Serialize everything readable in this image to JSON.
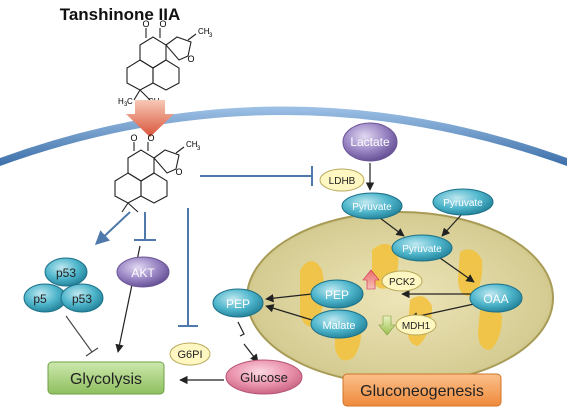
{
  "title": "Tanshinone IIA",
  "nodes": {
    "lactate": "Lactate",
    "ldhb": "LDHB",
    "pyruvate_cyto_left": "Pyruvate",
    "pyruvate_cyto_right": "Pyruvate",
    "pyruvate_mito": "Pyruvate",
    "pck2": "PCK2",
    "pep_mito": "PEP",
    "oaa": "OAA",
    "malate": "Malate",
    "mdh1": "MDH1",
    "pep_cyto": "PEP",
    "p53_top": "p53",
    "p53_left": "p5",
    "p53_right": "p53",
    "akt": "AKT",
    "g6pi": "G6PI",
    "glucose": "Glucose",
    "glycolysis": "Glycolysis",
    "gluconeogenesis": "Gluconeogenesis"
  },
  "molecule_labels": {
    "o": "O",
    "ch3": "CH",
    "h3c": "H",
    "ch3_sub": "3",
    "h3c_sub": "3",
    "c": "C",
    "ch3_2": "CH"
  },
  "colors": {
    "membrane": "#5b8fc7",
    "teal_node": "#3fa9c0",
    "purple_node": "#8e7ab8",
    "pink_node": "#e58aa6",
    "green_box": "#a6cf7a",
    "orange_box": "#f5a05a",
    "yellow_enzyme": "#fff7c2",
    "inhibit_line": "#5a7fae",
    "mito_outer": "#d6cf9a",
    "mito_inner": "#f4c23b"
  }
}
